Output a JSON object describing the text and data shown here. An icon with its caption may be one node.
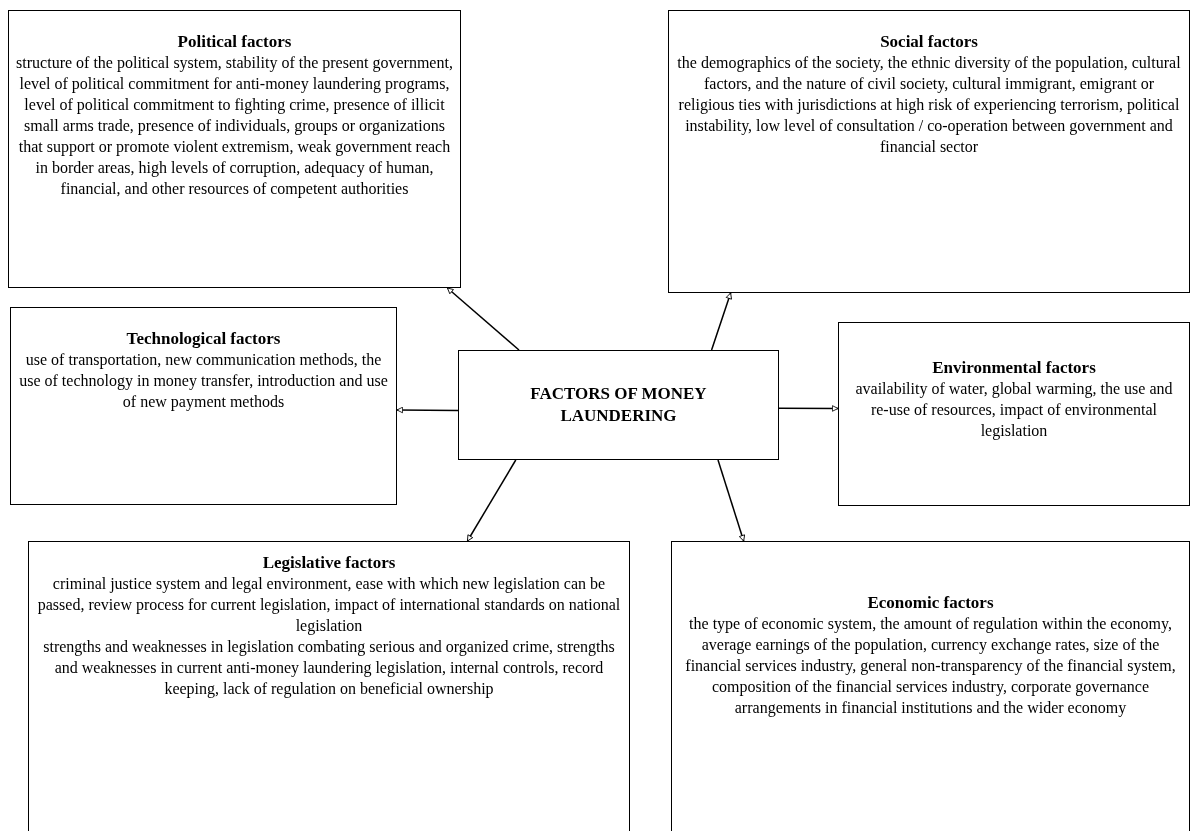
{
  "diagram": {
    "nodes": [
      {
        "text": [
          "Political factors",
          "structure of the political system, stability of the present government, level of political commitment for anti-money laundering programs, level of political commitment to fighting crime, presence of illicit small arms trade, presence of individuals, groups or organizations that support or promote violent extremism, weak government reach in border areas, high levels of corruption, adequacy of human, financial, and other resources of competent authorities"
        ]
      },
      {
        "text": [
          "Social factors",
          "the demographics of the society, the ethnic diversity of the population, cultural factors, and the nature of civil society, cultural immigrant, emigrant or religious ties with jurisdictions at high risk of experiencing terrorism, political instability, low level of consultation / co-operation between government and financial sector"
        ]
      },
      {
        "text": [
          "Technological factors",
          "use of transportation, new communication methods, the use of technology in money transfer, introduction and use of new payment methods"
        ]
      },
      {
        "text": [
          "FACTORS OF MONEY LAUNDERING"
        ]
      },
      {
        "text": [
          "Environmental factors",
          "availability of water, global warming, the use and re-use of resources, impact of environmental legislation"
        ]
      },
      {
        "text": [
          "Legislative factors",
          "criminal justice system and legal environment, ease with which new legislation can be passed, review process for current legislation, impact of international standards on national legislation",
          "strengths and weaknesses in legislation combating serious and organized crime, strengths and weaknesses in current anti-money laundering legislation, internal controls, record keeping, lack of regulation on beneficial ownership"
        ]
      },
      {
        "text": [
          "Economic factors",
          "the type of economic system, the amount of regulation within the economy, average earnings of the population, currency exchange rates, size of the financial services industry, general non-transparency of the financial system, composition of the financial services industry, corporate governance arrangements in financial institutions and the wider economy"
        ]
      }
    ],
    "edges": [
      {
        "from": 3,
        "to": 0,
        "arrow": "to"
      },
      {
        "from": 3,
        "to": 1,
        "arrow": "to"
      },
      {
        "from": 3,
        "to": 2,
        "arrow": "to"
      },
      {
        "from": 3,
        "to": 4,
        "arrow": "to"
      },
      {
        "from": 3,
        "to": 5,
        "arrow": "to"
      },
      {
        "from": 3,
        "to": 6,
        "arrow": "to"
      }
    ]
  }
}
